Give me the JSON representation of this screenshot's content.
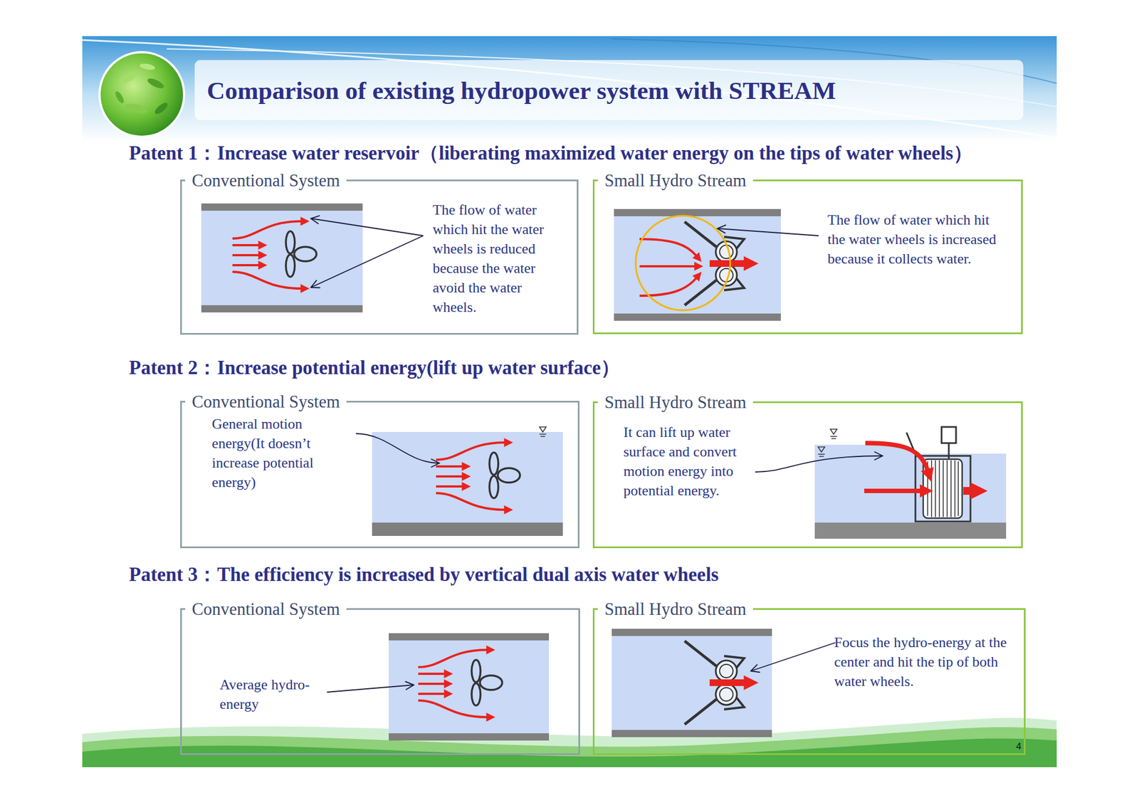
{
  "diagram": {
    "title": "Comparison of existing hydropower system with STREAM",
    "nodes": [
      {
        "text": [
          "Conventional System",
          "The flow of water which hit the water wheels is reduced because the water avoid the water wheels."
        ]
      },
      {
        "text": [
          "Small Hydro Stream",
          "The flow of water which hit the water wheels is increased because it collects water."
        ]
      },
      {
        "text": [
          "Conventional System",
          "General motion energy(It doesn’t increase potential energy)"
        ]
      },
      {
        "text": [
          "Small Hydro Stream",
          "It can lift up water surface and convert motion energy into potential energy."
        ]
      },
      {
        "text": [
          "Conventional System",
          "Average hydro-energy"
        ]
      },
      {
        "text": [
          "Small Hydro Stream",
          "Focus the hydro-energy at the center and hit the tip of both water wheels."
        ]
      }
    ],
    "labels": [
      "Patent 1：Increase water reservoir（liberating maximized water energy on the tips of water wheels）",
      "Patent 2：Increase potential energy(lift up water surface）",
      "Patent 3：The efficiency is increased by vertical dual axis water wheels",
      "4"
    ]
  }
}
